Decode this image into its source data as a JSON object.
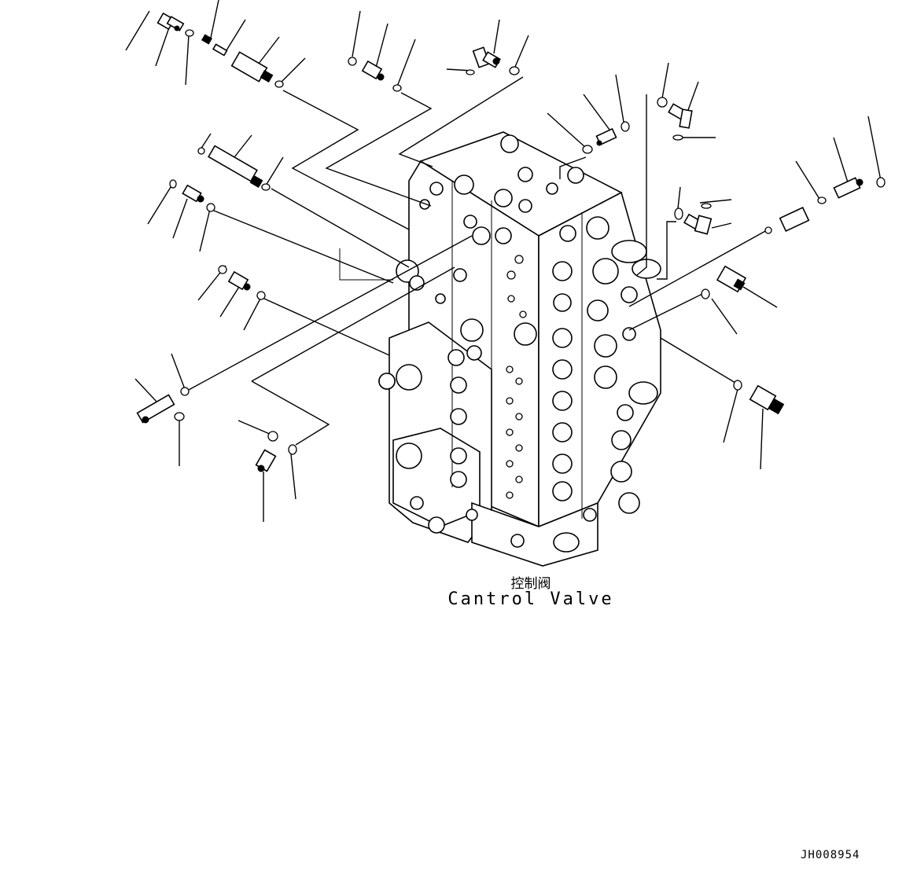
{
  "caption": {
    "chinese": "控制阀",
    "english": "Cantrol Valve"
  },
  "drawing_id": "JH008954"
}
